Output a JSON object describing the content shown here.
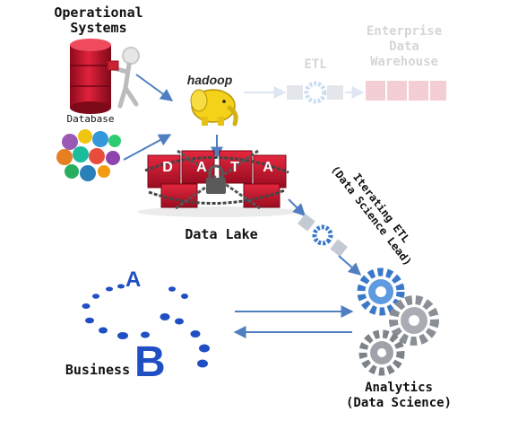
{
  "labels": {
    "operational_systems": "Operational\nSystems",
    "database": "Database",
    "hadoop": "hadoop",
    "etl": "ETL",
    "enterprise_dw": "Enterprise\nData\nWarehouse",
    "data_lake": "Data Lake",
    "data_lake_cubes": "D A T A",
    "iterating_etl": "Iterating ETL\n(Data Science Lead)",
    "business": "Business",
    "business_letter_a": "A",
    "business_letter_b": "B",
    "analytics": "Analytics\n(Data Science)"
  },
  "colors": {
    "accent_red": "#c8102e",
    "arrow_blue": "#4f7fc0",
    "hadoop_yellow": "#f5d21a",
    "faded_gray": "#d6d6d6",
    "gear_gray": "#8a8f96",
    "gear_blue": "#3a78c9",
    "business_blue": "#1f4fc2"
  },
  "icons": [
    "database-icon",
    "stick-figure-icon",
    "app-bubbles-icon",
    "hadoop-elephant-icon",
    "gear-icon",
    "chained-cubes-icon",
    "dotted-circle-icon"
  ]
}
